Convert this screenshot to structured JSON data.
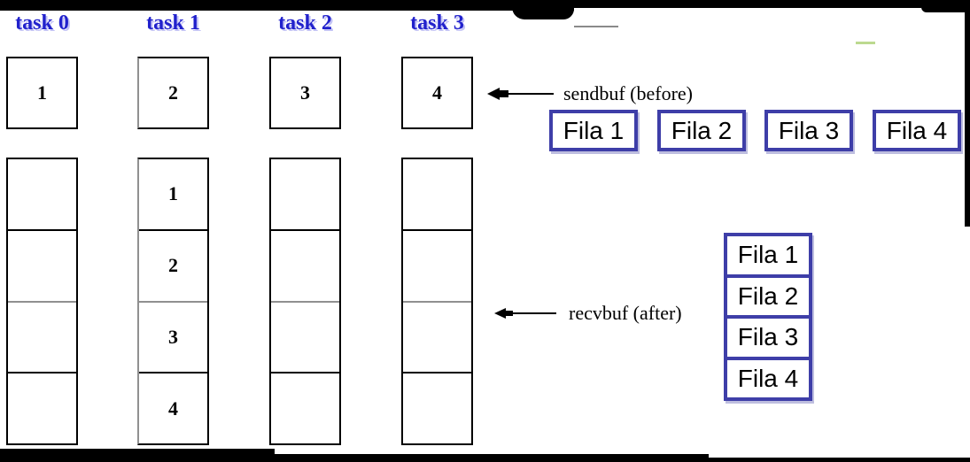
{
  "columns": [
    {
      "label": "task 0",
      "sendbuf": "1",
      "recvbuf": [
        "",
        "",
        "",
        ""
      ]
    },
    {
      "label": "task 1",
      "sendbuf": "2",
      "recvbuf": [
        "1",
        "2",
        "3",
        "4"
      ]
    },
    {
      "label": "task 2",
      "sendbuf": "3",
      "recvbuf": [
        "",
        "",
        "",
        ""
      ]
    },
    {
      "label": "task 3",
      "sendbuf": "4",
      "recvbuf": [
        "",
        "",
        "",
        ""
      ]
    }
  ],
  "annotations": {
    "sendbuf": "sendbuf (before)",
    "recvbuf": "recvbuf (after)"
  },
  "fila_row": [
    "Fila 1",
    "Fila 2",
    "Fila 3",
    "Fila 4"
  ],
  "fila_stack": [
    "Fila 1",
    "Fila 2",
    "Fila 3",
    "Fila 4"
  ],
  "colors": {
    "task_label_blue": "#2121cc",
    "fila_border_blue": "#3e3ea8",
    "cell_border_black": "#000000",
    "gray_divider": "#909090"
  }
}
